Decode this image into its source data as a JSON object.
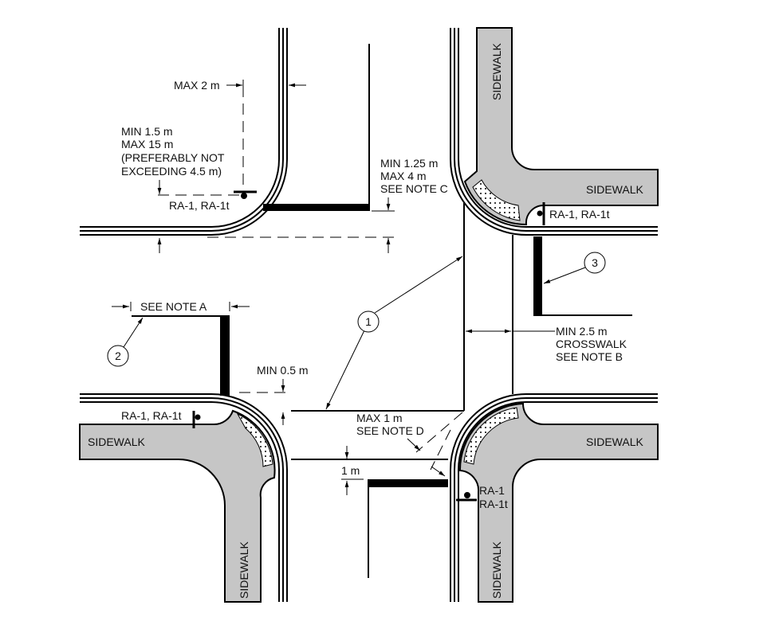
{
  "diagram": {
    "sidewalk_label": "SIDEWALK",
    "sign_label": "RA-1, RA-1t",
    "sign_label_split": [
      "RA-1",
      "RA-1t"
    ],
    "dimensions": {
      "max_2m": "MAX 2 m",
      "sign_offset": [
        "MIN 1.5 m",
        "MAX 15 m",
        "(PREFERABLY NOT",
        "EXCEEDING 4.5 m)"
      ],
      "stop_line_offset": [
        "MIN 1.25 m",
        "MAX 4 m",
        "SEE NOTE C"
      ],
      "see_note_a": "SEE NOTE A",
      "min_0_5m": "MIN 0.5 m",
      "crosswalk": [
        "MIN 2.5 m",
        "CROSSWALK",
        "SEE NOTE B"
      ],
      "max_1m": [
        "MAX 1 m",
        "SEE NOTE D"
      ],
      "one_m": "1 m"
    },
    "callouts": [
      "1",
      "2",
      "3"
    ]
  }
}
